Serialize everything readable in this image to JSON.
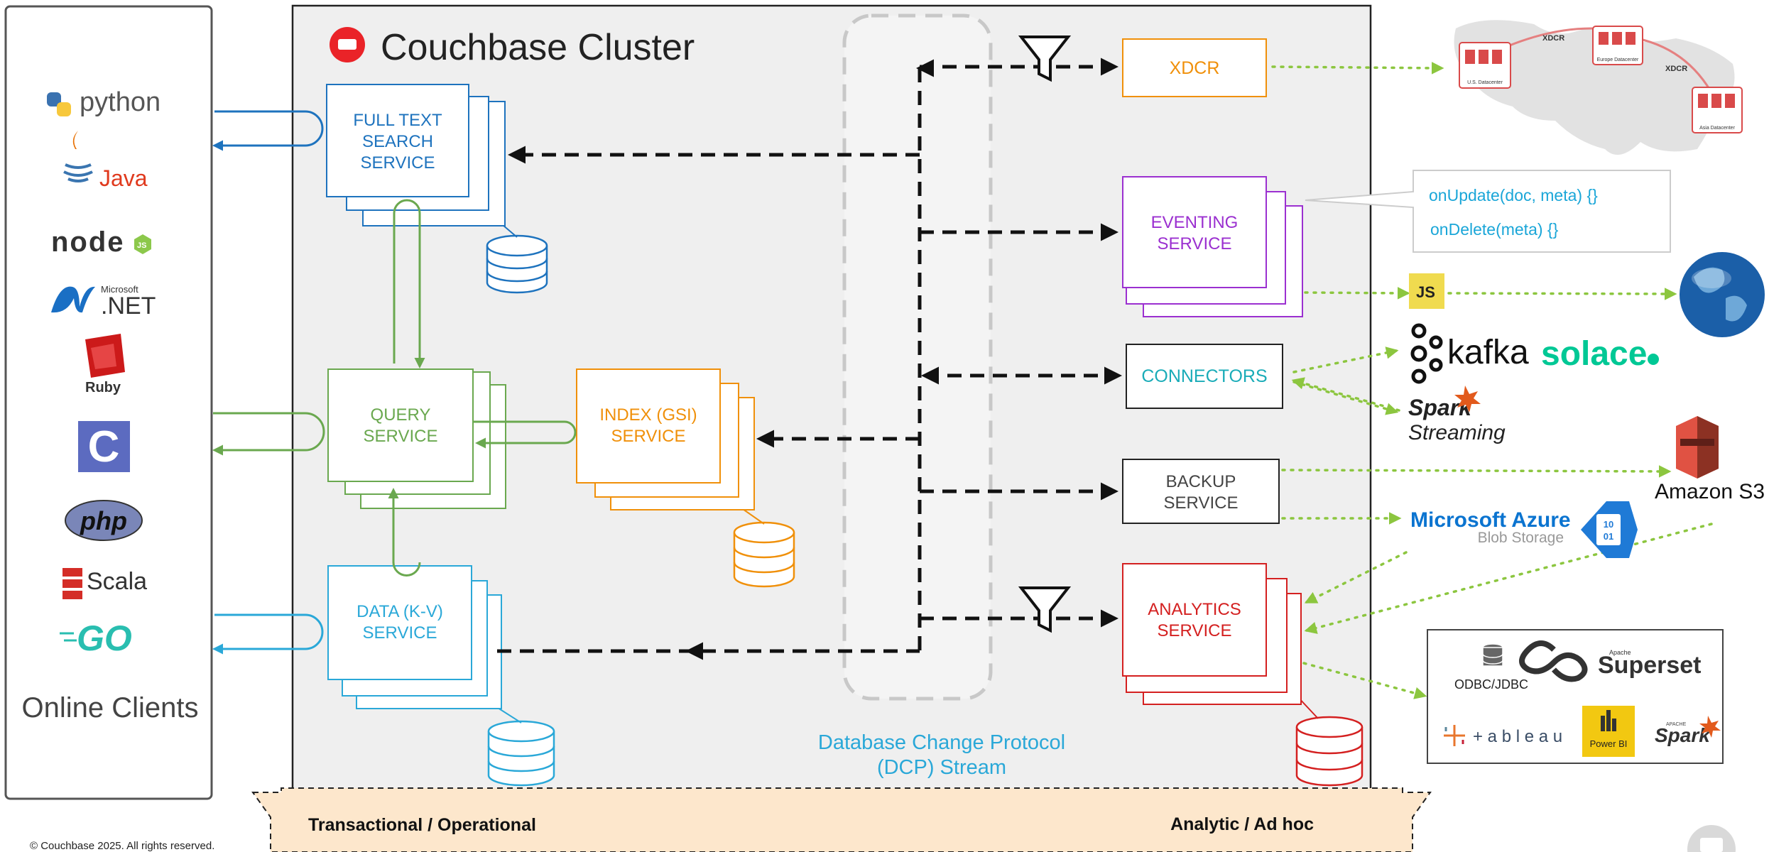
{
  "cluster": {
    "title": "Couchbase Cluster",
    "logo": "couchbase-logo-icon",
    "dcp_label_line1": "Database Change Protocol",
    "dcp_label_line2": "(DCP) Stream"
  },
  "clients": {
    "title": "Online Clients",
    "items": [
      {
        "name": "python",
        "label": "python",
        "icon": "python-logo-icon"
      },
      {
        "name": "java",
        "label": "Java",
        "icon": "java-logo-icon"
      },
      {
        "name": "node",
        "label": "node",
        "badge": "JS",
        "icon": "nodejs-logo-icon"
      },
      {
        "name": "net",
        "label": ".NET",
        "sup": "Microsoft",
        "icon": "dotnet-logo-icon"
      },
      {
        "name": "ruby",
        "label": "Ruby",
        "icon": "ruby-logo-icon"
      },
      {
        "name": "c",
        "label": "C",
        "icon": "c-logo-icon"
      },
      {
        "name": "php",
        "label": "php",
        "icon": "php-logo-icon"
      },
      {
        "name": "scala",
        "label": "Scala",
        "icon": "scala-logo-icon"
      },
      {
        "name": "go",
        "label": "GO",
        "icon": "go-logo-icon"
      }
    ]
  },
  "services": {
    "fts": {
      "line1": "FULL TEXT",
      "line2": "SEARCH",
      "line3": "SERVICE",
      "color": "#1e73be"
    },
    "query": {
      "line1": "QUERY",
      "line2": "SERVICE",
      "color": "#6aa84f"
    },
    "index": {
      "line1": "INDEX (GSI)",
      "line2": "SERVICE",
      "color": "#f0900a"
    },
    "data": {
      "line1": "DATA (K-V)",
      "line2": "SERVICE",
      "color": "#2aa8d8"
    },
    "xdcr": {
      "line1": "XDCR",
      "color": "#f0900a"
    },
    "eventing": {
      "line1": "EVENTING",
      "line2": "SERVICE",
      "color": "#9b30d0"
    },
    "connectors": {
      "line1": "CONNECTORS",
      "color": "#1aacb8"
    },
    "backup": {
      "line1": "BACKUP",
      "line2": "SERVICE",
      "color": "#444444"
    },
    "analytics": {
      "line1": "ANALYTICS",
      "line2": "SERVICE",
      "color": "#d42020"
    }
  },
  "eventing_callout": {
    "line1": "onUpdate(doc, meta) {}",
    "line2": "onDelete(meta) {}"
  },
  "xdcr_map": {
    "link_label_a": "XDCR",
    "link_label_b": "XDCR",
    "dc1": "U.S. Datacenter",
    "dc2": "Europe Datacenter",
    "dc3": "Asia Datacenter"
  },
  "integrations": {
    "js_badge": "JS",
    "kafka": "kafka",
    "solace": "solace",
    "spark_streaming_a": "Spark",
    "spark_streaming_b": "Streaming",
    "amazon_s3": "Amazon S3",
    "azure_a": "Microsoft Azure",
    "azure_b": "Blob Storage",
    "azure_bits_a": "10",
    "azure_bits_b": "01",
    "bi": {
      "odbc": "ODBC/JDBC",
      "superset_small": "Apache",
      "superset": "Superset",
      "tableau": "+ a b l e a u",
      "powerbi": "Power BI",
      "spark_small": "APACHE",
      "spark": "Spark"
    }
  },
  "band": {
    "left": "Transactional / Operational",
    "right": "Analytic / Ad hoc",
    "fill": "#fde7cc"
  },
  "footer": {
    "copyright": "© Couchbase 2025. All rights reserved."
  }
}
